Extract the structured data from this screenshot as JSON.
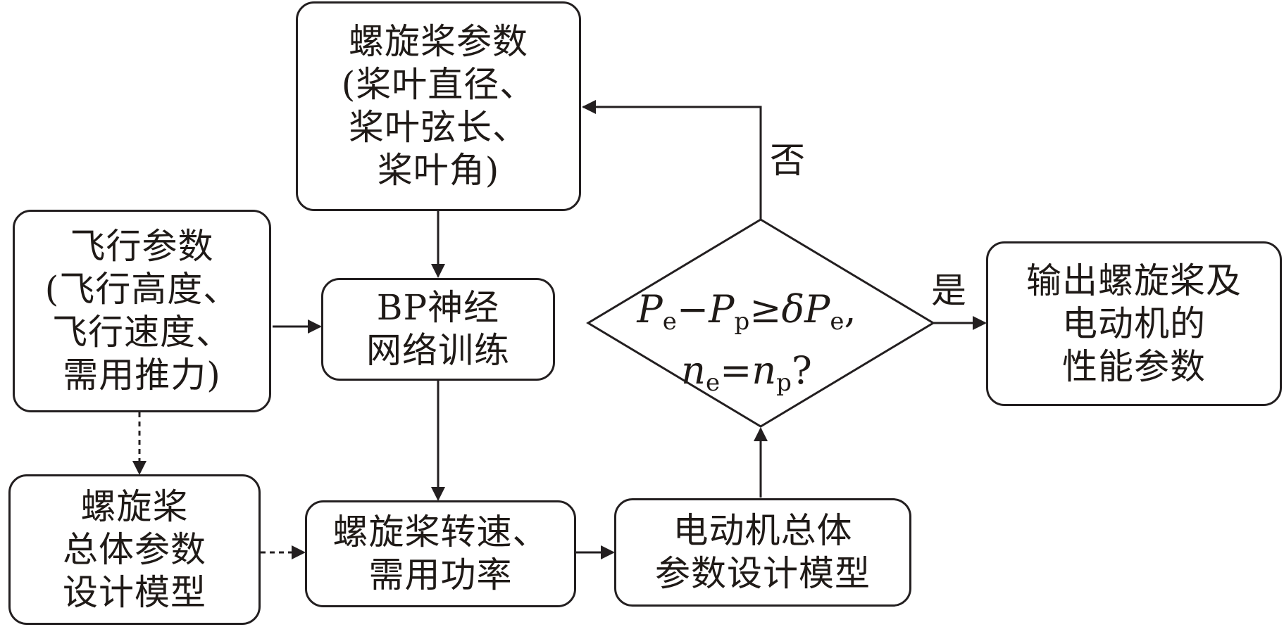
{
  "nodes": {
    "propeller_params": "螺旋桨参数\n(桨叶直径、\n桨叶弦长、\n桨叶角)",
    "flight_params": "飞行参数\n(飞行高度、\n飞行速度、\n需用推力)",
    "bp_training": "BP神经\n网络训练",
    "propeller_model": "螺旋桨\n总体参数\n设计模型",
    "speed_power": "螺旋桨转速、\n需用功率",
    "motor_model": "电动机总体\n参数设计模型",
    "output": "输出螺旋桨及\n电动机的\n性能参数"
  },
  "decision": {
    "condition": {
      "P1": "P",
      "s1": "e",
      "minus": "−",
      "P2": "P",
      "s2": "p",
      "ge": "≥",
      "delta": "δ",
      "P3": "P",
      "s3": "e",
      "comma": ",",
      "n1": "n",
      "s4": "e",
      "eq": "=",
      "n2": "n",
      "s5": "p",
      "q": "?"
    }
  },
  "labels": {
    "no": "否",
    "yes": "是"
  },
  "colors": {
    "line": "#231f20",
    "background": "#ffffff"
  }
}
